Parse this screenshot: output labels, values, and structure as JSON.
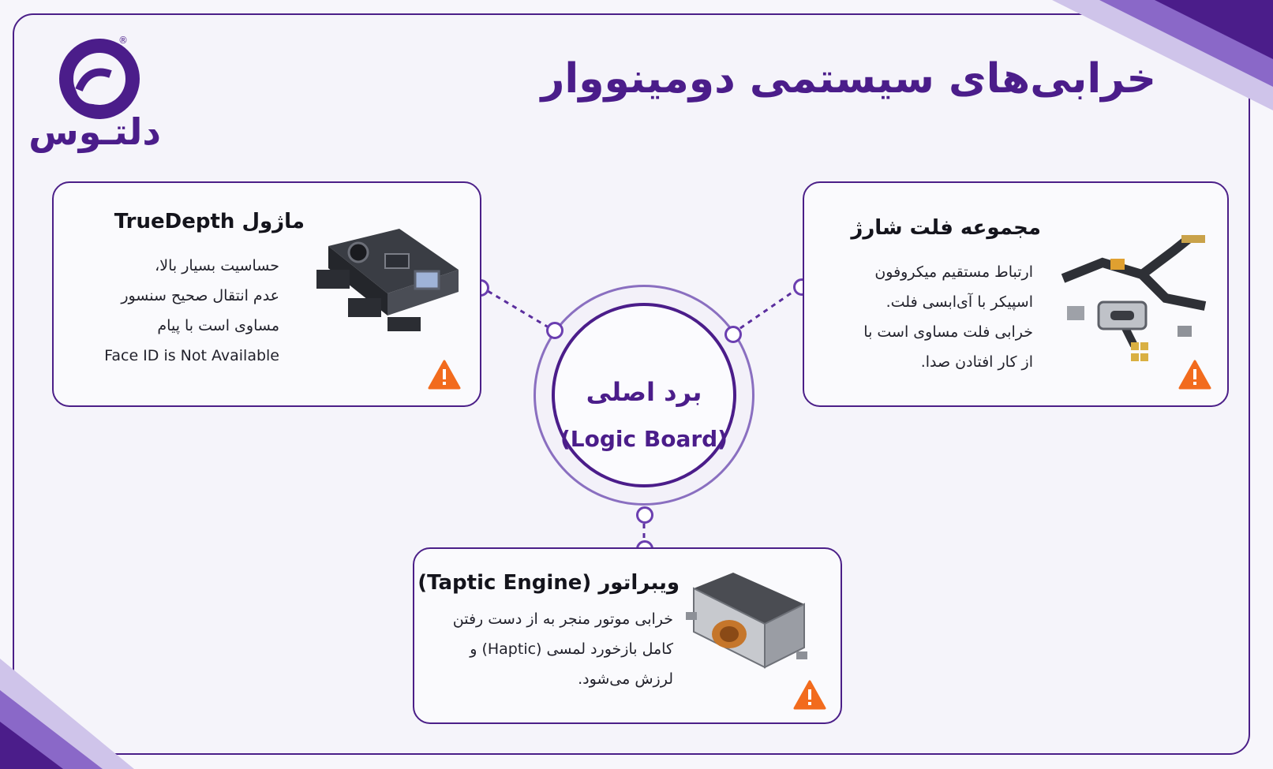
{
  "brand": {
    "name": "دلتـوس",
    "registered": "®"
  },
  "title": "خرابی‌های سیستمی دومینووار",
  "hub": {
    "label_fa": "برد اصلی",
    "label_en": "(Logic Board)"
  },
  "cards": {
    "truedepth": {
      "title": "ماژول TrueDepth",
      "lines": [
        "حساسیت بسیار بالا،",
        "عدم انتقال صحیح سنسور",
        "مساوی است با پیام",
        "Face ID is Not Available"
      ]
    },
    "charging_flex": {
      "title": "مجموعه فلت شارژ",
      "lines": [
        "ارتباط مستقیم میکروفون",
        "اسپیکر با آی‌ابسی فلت.",
        "خرابی فلت مساوی است با",
        "از کار افتادن صدا."
      ]
    },
    "taptic": {
      "title": "ویبراتور (Taptic Engine)",
      "lines": [
        "خرابی موتور منجر به از دست رفتن",
        "کامل بازخورد لمسی (Haptic) و",
        "لرزش می‌شود."
      ]
    }
  },
  "colors": {
    "brand_purple": "#4b1d8a",
    "accent_purple": "#6b3fb0",
    "warning_orange": "#f26b1d"
  },
  "icons": {
    "warning": "warning-triangle-icon",
    "logo": "deltoos-logo-icon"
  }
}
